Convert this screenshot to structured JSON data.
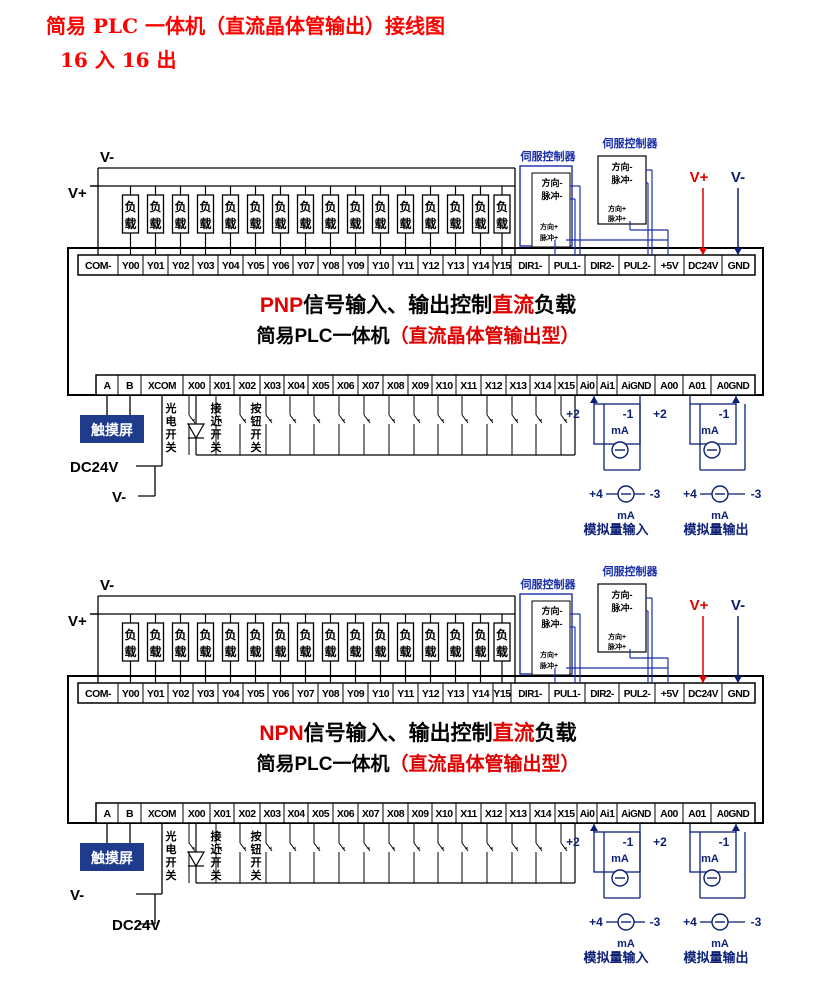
{
  "header": {
    "title": "简易 PLC 一体机（直流晶体管输出）接线图",
    "subtitle": "16 入 16 出"
  },
  "panels": [
    {
      "signal_type": "PNP",
      "headline_rest_1": "信号输入、输出控制",
      "headline_red_2": "直流",
      "headline_rest_2": "负载",
      "subline": "简易PLC一体机",
      "subline_red": "（直流晶体管输出型）",
      "supply_left_top": "V-",
      "supply_left_bottom": "V-",
      "supply_dc": "DC24V"
    },
    {
      "signal_type": "NPN",
      "headline_rest_1": "信号输入、输出控制",
      "headline_red_2": "直流",
      "headline_rest_2": "负载",
      "subline": "简易PLC一体机",
      "subline_red": "（直流晶体管输出型）",
      "supply_left_top": "V-",
      "supply_left_bottom": "DC24V",
      "supply_dc": "V-"
    }
  ],
  "common": {
    "v_minus": "V-",
    "v_plus": "V+",
    "load_chars": [
      "负",
      "载"
    ],
    "servo_label": "伺服控制器",
    "servo_dir": "方向-",
    "servo_pulse": "脉冲-",
    "servo_dir_plus": "方向+",
    "servo_pulse_plus": "脉冲+",
    "right_vplus": "V+",
    "right_vminus": "V-",
    "top_terminals": [
      "COM-",
      "Y00",
      "Y01",
      "Y02",
      "Y03",
      "Y04",
      "Y05",
      "Y06",
      "Y07",
      "Y08",
      "Y09",
      "Y10",
      "Y11",
      "Y12",
      "Y13",
      "Y14",
      "Y15",
      "DIR1-",
      "PUL1-",
      "DIR2-",
      "PUL2-",
      "+5V",
      "DC24V",
      "GND"
    ],
    "bottom_terminals": [
      "A",
      "B",
      "XCOM",
      "X00",
      "X01",
      "X02",
      "X03",
      "X04",
      "X05",
      "X06",
      "X07",
      "X08",
      "X09",
      "X10",
      "X11",
      "X12",
      "X13",
      "X14",
      "X15",
      "Ai0",
      "Ai1",
      "AiGND",
      "A00",
      "A01",
      "A0GND"
    ],
    "touchscreen": "触摸屏",
    "sensor_photo": [
      "光",
      "电",
      "开",
      "关"
    ],
    "sensor_prox": [
      "接",
      "近",
      "开",
      "关"
    ],
    "sensor_button": [
      "按",
      "钮",
      "开",
      "关"
    ],
    "analog_plus2": "+2",
    "analog_minus1": "-1",
    "analog_plus4": "+4",
    "analog_minus3": "-3",
    "ma": "mA",
    "analog_in_label": "模拟量输入",
    "analog_out_label": "模拟量输出"
  },
  "colors": {
    "title": "#ff0000",
    "wire": "#000000",
    "blue": "#1a2fa8",
    "navy": "#0b1f75",
    "red": "#e00000",
    "touch_bg": "#1f3b8c"
  }
}
